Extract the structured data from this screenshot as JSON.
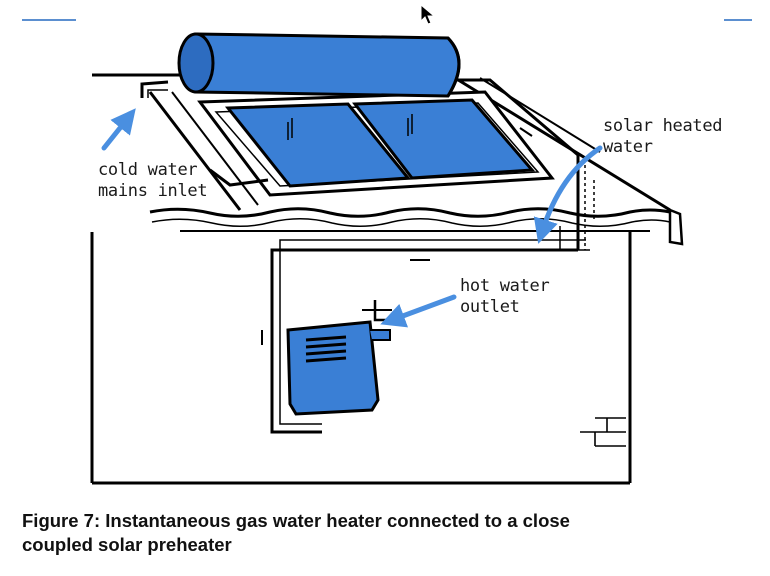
{
  "labels": {
    "cold_water_line1": "cold water",
    "cold_water_line2": "mains inlet",
    "solar_heated_line1": "solar heated",
    "solar_heated_line2": "water",
    "hot_water_line1": "hot water",
    "hot_water_line2": "outlet"
  },
  "caption": {
    "line1": "Figure 7: Instantaneous gas water heater connected to a close",
    "line2": "coupled solar preheater"
  },
  "colors": {
    "blue": "#3a7fd5",
    "blue_dark": "#2d6cc0",
    "outline": "#000000",
    "arrow_blue": "#4a8fe0",
    "corner_line": "#5b8fd0"
  },
  "icons": {
    "cursor": "mouse-pointer-icon"
  }
}
